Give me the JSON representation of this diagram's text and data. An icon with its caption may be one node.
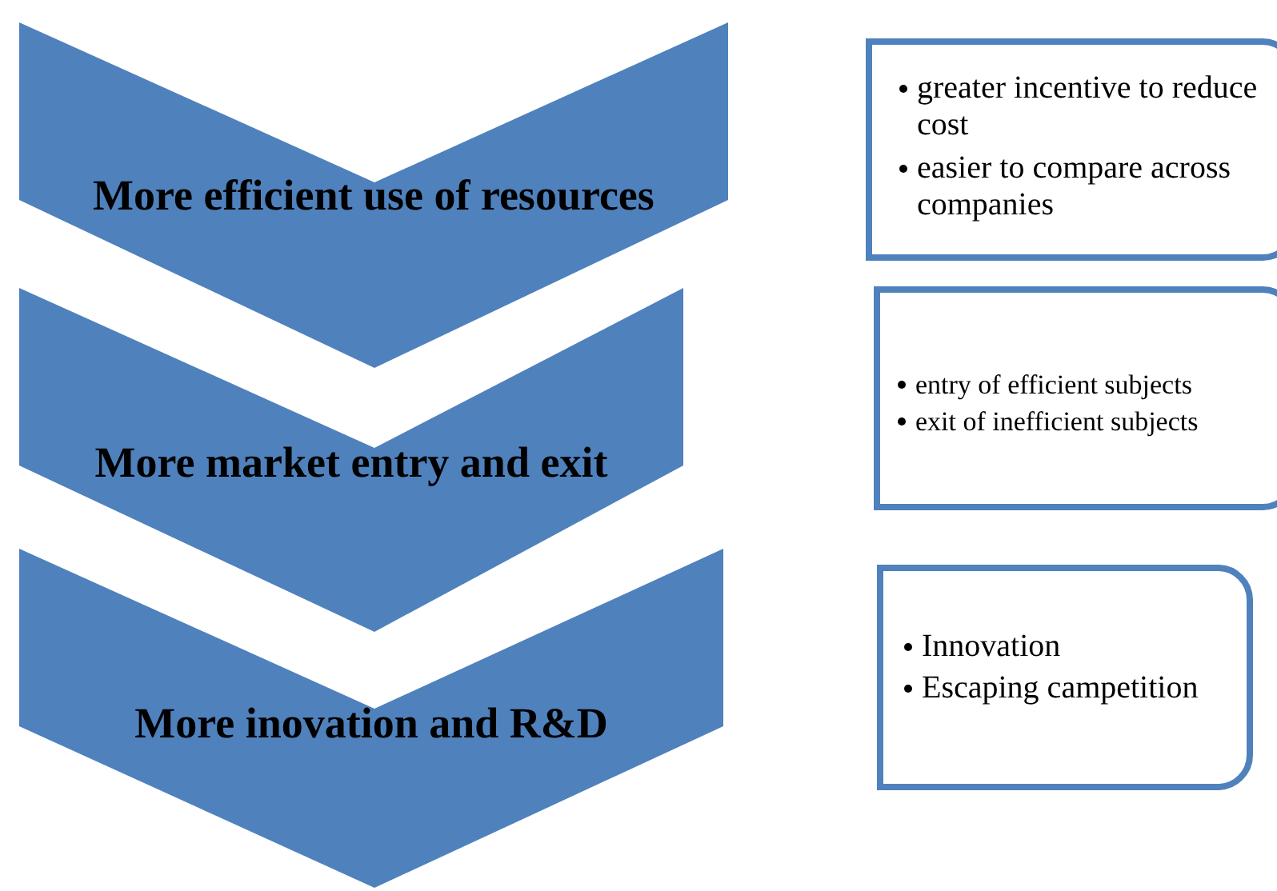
{
  "diagram": {
    "nodes": [
      {
        "text": [
          "More efficient use of resources"
        ]
      },
      {
        "text": [
          "greater incentive to reduce cost",
          "easier to compare across companies"
        ]
      },
      {
        "text": [
          "More market entry and exit"
        ]
      },
      {
        "text": [
          "entry of efficient subjects",
          "exit of inefficient subjects"
        ]
      },
      {
        "text": [
          "More inovation and R&D"
        ]
      },
      {
        "text": [
          "Innovation",
          "Escaping campetition"
        ]
      }
    ]
  }
}
